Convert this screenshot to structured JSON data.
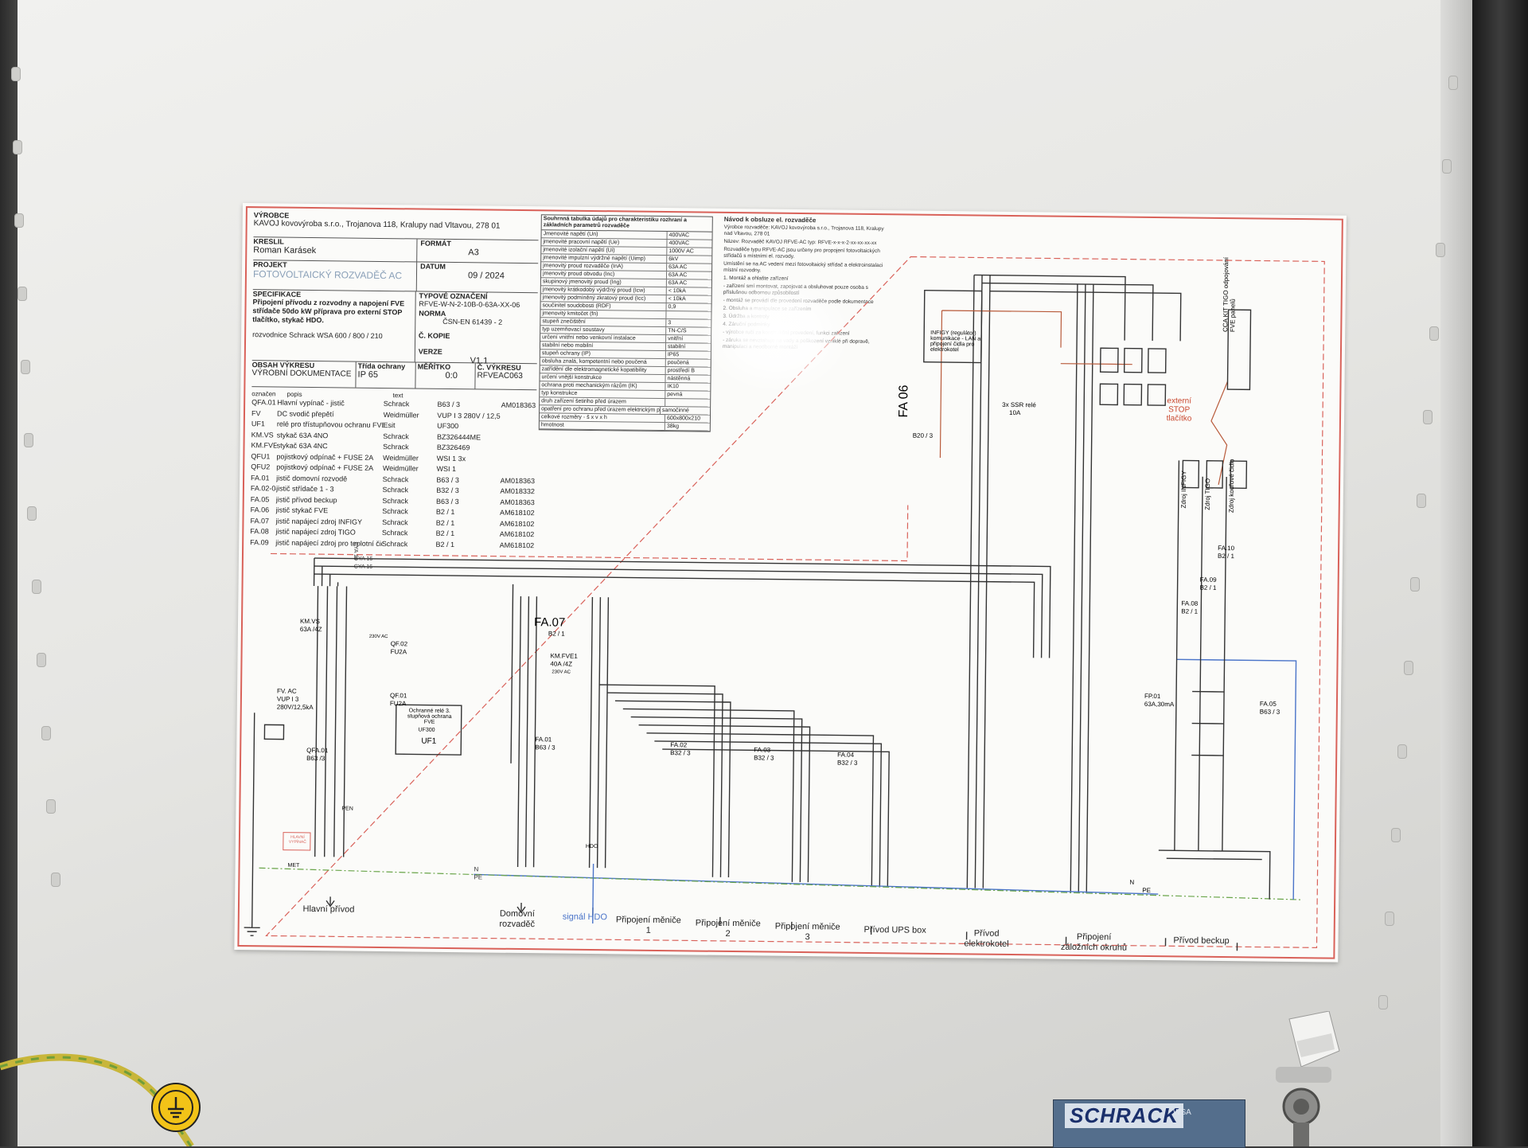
{
  "title_block": {
    "vyrobce_label": "VÝROBCE",
    "vyrobce": "KAVOJ kovovýroba s.r.o., Trojanova 118, Kralupy nad Vltavou, 278 01",
    "kreslil_label": "KRESLIL",
    "kreslil": "Roman Karásek",
    "format_label": "FORMÁT",
    "format": "A3",
    "datum_label": "DATUM",
    "datum": "09 / 2024",
    "projekt_label": "PROJEKT",
    "projekt": "FOTOVOLTAICKÝ ROZVADĚČ AC",
    "typove_label": "Typové označení",
    "typove": "RFVE-W-N-2-10B-0-63A-XX-06",
    "specifikace_label": "SPECIFIKACE",
    "specifikace": "Připojení přívodu z rozvodny a napojení FVE střídače 50do kW příprava pro externí STOP tlačítko, stykač HDO.",
    "norma_label": "Norma",
    "norma": "ČSN-EN 61439 - 2",
    "rozvodnice": "rozvodnice Schrack WSA 600 / 800 / 210",
    "kopie_label": "Č. KOPIE",
    "verze_label": "VERZE",
    "verze": "V1.1",
    "obsah_label": "OBSAH VÝKRESU",
    "obsah": "VÝROBNÍ DOKUMENTACE",
    "trida_label": "Třída ochrany",
    "trida": "IP 65",
    "meritko_label": "MĚŘÍTKO",
    "meritko": "0:0",
    "cislo_label": "Č. VÝKRESU",
    "cislo": "RFVEAC063"
  },
  "parts_header": [
    "označen",
    "popis",
    "text"
  ],
  "parts": [
    [
      "QFA.01",
      "Hlavní vypínač - jistič",
      "Schrack",
      "B63 / 3",
      "AM018363"
    ],
    [
      "FV",
      "DC svodič přepětí",
      "Weidmüller",
      "VUP I 3 280V / 12,5kA",
      ""
    ],
    [
      "UF1",
      "relé pro třístupňovou ochranu FVE",
      "Esit",
      "UF300",
      ""
    ],
    [
      "KM.VS",
      "stykač 63A 4NO",
      "Schrack",
      "BZ326444ME",
      ""
    ],
    [
      "KM.FVE",
      "stykač 63A 4NC",
      "Schrack",
      "BZ326469",
      ""
    ],
    [
      "QFU1",
      "pojistkový odpínač + FUSE 2A",
      "Weidmüller",
      "WSI 1 3x",
      ""
    ],
    [
      "QFU2",
      "pojistkový odpínač + FUSE 2A",
      "Weidmüller",
      "WSI 1",
      ""
    ],
    [
      "FA.01",
      "jistič domovní rozvodě",
      "Schrack",
      "B63 / 3",
      "AM018363"
    ],
    [
      "FA.02-04",
      "jistič střídače 1 - 3",
      "Schrack",
      "B32 / 3",
      "AM018332"
    ],
    [
      "FA.05",
      "jistič přívod beckup",
      "Schrack",
      "B63 / 3",
      "AM018363"
    ],
    [
      "FA.06",
      "jistič stykač FVE",
      "Schrack",
      "B2 / 1",
      "AM618102"
    ],
    [
      "FA.07",
      "jistič napájecí zdroj INFIGY",
      "Schrack",
      "B2 / 1",
      "AM618102"
    ],
    [
      "FA.08",
      "jistič napájecí zdroj TIGO",
      "Schrack",
      "B2 / 1",
      "AM618102"
    ],
    [
      "FA.09",
      "jistič napájecí zdroj pro teplotní čidl",
      "Schrack",
      "B2 / 1",
      "AM618102"
    ]
  ],
  "spec_table": {
    "title": "Souhrnná tabulka údajů pro charakteristiku rozhraní a základních parametrů rozvaděče",
    "rows": [
      [
        "Jmenovité napětí (Un)",
        "400VAC"
      ],
      [
        "jmenovité pracovní napětí (Ue)",
        "400VAC"
      ],
      [
        "jmenovité izolační napětí (Ui)",
        "1000V AC"
      ],
      [
        "jmenovité impulzní výdržné napětí (Uimp)",
        "6kV"
      ],
      [
        "jmenovitý proud rozvaděče (InA)",
        "63A AC"
      ],
      [
        "jmenovitý proud obvodu (Inc)",
        "63A AC"
      ],
      [
        "skupinový jmenovitý proud (Ing)",
        "63A AC"
      ],
      [
        "jmenovitý krátkodobý výdržný proud (Icw)",
        "< 10kA"
      ],
      [
        "jmenovitý podmíněný zkratový proud (Icc)",
        "< 10kA"
      ],
      [
        "součinitel soudobosti (RDF)",
        "0,9"
      ],
      [
        "jmenovitý kmitočet (fn)",
        ""
      ],
      [
        "stupeň znečištění",
        "3"
      ],
      [
        "typ uzemňovací soustavy",
        "TN-C/S"
      ],
      [
        "určení vnitřní nebo venkovní instalace",
        "vnitřní"
      ],
      [
        "stabilní nebo mobilní",
        "stabilní"
      ],
      [
        "stupeň ochrany (IP)",
        "IP65"
      ],
      [
        "obsluha znalá, kompetentní nebo poučená",
        "poučená"
      ],
      [
        "zatřídění dle elektromagnetické kopatibility",
        "prostředí B"
      ],
      [
        "určení vnější konstrukce",
        "nástěnná"
      ],
      [
        "ochrana proti mechanickým rázům (IK)",
        "IK10"
      ],
      [
        "typ konstrukce",
        "pevná"
      ],
      [
        "druh zařízení šetiriho před úrazem",
        ""
      ],
      [
        "opatření pro ochranu před úrazem elektrickým proudem",
        "samočinné odpojení"
      ],
      [
        "celkové rozměry - š x v x h",
        "600x800x210"
      ],
      [
        "hmotnost",
        "38kg"
      ]
    ]
  },
  "notes": {
    "title": "Návod k obsluze el. rozvaděče",
    "lines": [
      "Výrobce rozvaděče: KAVOJ kovovýroba s.r.o., Trojanova 118, Kralupy nad Vltavou, 278 01",
      "Název: Rozvaděč KAVOJ RFVE-AC typ: RFVE-x-x-x-2-xx-xx-xx-xx",
      "Rozvaděče typu RFVE-AC jsou určeny pro propojení fotovoltaických střídačů s místními el. rozvody.",
      "Umístění se na AC vedení mezi fotovoltaický střídač a elektroinstalaci místní rozvodny.",
      "1. Montáž a ohlašte zařízení",
      "- zařízení smí montovat, zapojovat a obsluhovat pouze osoba s příslušnou odbornou způsobilostí",
      "- montáž se provádí dle provedení rozvaděče podle dokumentace",
      "2. Obsluha a manipulace se zařízením",
      "3. Údržba a kontroly",
      "4. Záruční podmínky",
      "- výrobce ručí za konstrukční provedení, funkci zařízení",
      "- záruka se nevztahuje na vady a poškození vzniklé při dopravě, manipulaci a neodborné montáži"
    ]
  },
  "schematic": {
    "cables": [
      "CYA 16",
      "CYA 16",
      "CYA 16"
    ],
    "labels": {
      "km_vs": "KM.VS",
      "km_vs_rating": "63A /4Z",
      "v230": "230V AC",
      "qf02": "QF.02",
      "qf02_fuse": "FU2A",
      "qf01": "QF.01",
      "qf01_fuse": "FU2A",
      "relay_box": "Ochranné relé 3. stupňová ochrana FVE",
      "uf300": "UF300",
      "uf1": "UF1",
      "fv_ac": "FV. AC",
      "fv_vup": "VUP I 3",
      "fv_rating": "280V/12,5kA",
      "qfa01": "QFA.01",
      "qfa01_rating": "B63 /3",
      "hlavni_vypinac": "HLAVNÍ VYPÍNAČ",
      "met": "MET",
      "fa07": "FA.07",
      "fa07_rating": "B2 / 1",
      "km_fve": "KM.FVE1",
      "km_fve_rating": "40A /4Z",
      "fa01": "FA.01",
      "fa01_rating": "B63 / 3",
      "fa02": "FA.02",
      "fa02_rating": "B32 / 3",
      "fa03": "FA.03",
      "fa03_rating": "B32 / 3",
      "fa04": "FA.04",
      "fa04_rating": "B32 / 3",
      "fa06": "FA 06",
      "fa06_rating": "B20 / 3",
      "infigy": "INFIGY (regulátor) komunikace - LAN a připojení čidla pro elektrokotel",
      "ssr": "3x SSR relé",
      "ssr_rating": "10A",
      "tigo": "CCA KIT TIGO odpojování FVE panelů",
      "ext_stop": "externí STOP tlačítko",
      "zdroj_infigy": "Zdroj INFIGY",
      "zdroj_tigo": "Zdroj TIGO",
      "zdroj_cidlo": "Zdroj kouřové čidlo",
      "fa10": "FA.10",
      "fa10_rating": "B2 / 1",
      "fa09": "FA.09",
      "fa09_rating": "B2 / 1",
      "fa08": "FA.08",
      "fa08_rating": "B2 / 1",
      "fp01": "FP.01",
      "fp01_rating": "63A,30mA",
      "fa05": "FA.05",
      "fa05_rating": "B63 / 3",
      "n": "N",
      "pe": "PE",
      "pen": "PEN",
      "hdo": "HDO"
    },
    "outputs": [
      "Hlavní přívod",
      "Domovní rozvaděč",
      "signál HDO",
      "Připojení měniče 1",
      "Připojení měniče 2",
      "Připojení měniče 3",
      "Přívod UPS box",
      "Přívod elektrokotel",
      "Připojení záložních okruhů",
      "Přívod beckup"
    ]
  },
  "enclosure": {
    "brand": "SCHRACK",
    "brand_sub": "WSA"
  },
  "colors": {
    "sheet_border": "#d9625a",
    "neutral_wire": "#4a74c9",
    "pe_wire": "#6aa54a",
    "control_wire": "#b85a3a",
    "earth_label": "#f2c318"
  }
}
